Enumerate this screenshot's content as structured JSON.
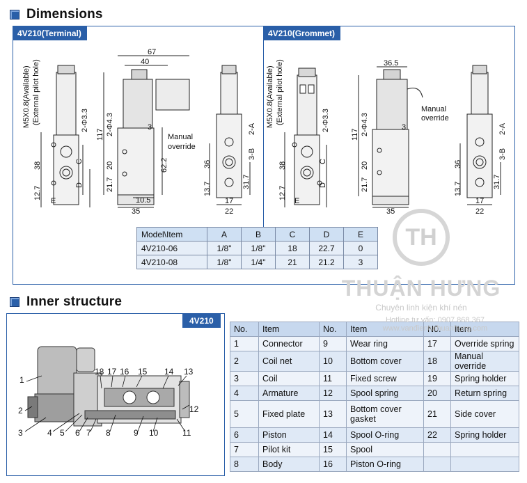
{
  "sections": {
    "dimensions": "Dimensions",
    "inner": "Inner structure"
  },
  "tabs": {
    "terminal": "4V210(Terminal)",
    "grommet": "4V210(Grommet)",
    "inner": "4V210"
  },
  "drawing_labels": {
    "pilot_available": "M5X0.8(Available)",
    "pilot_external": "(External pilot hole)",
    "dim_67": "67",
    "dim_40": "40",
    "dim_36_5": "36.5",
    "dim_117": "117",
    "dim_38": "38",
    "dim_12_7": "12.7",
    "dim_21_7": "21.7",
    "dim_20": "20",
    "dim_62_2": "62.2",
    "dim_10_5": "10.5",
    "dim_35": "35",
    "dim_36": "36",
    "dim_13_7": "13.7",
    "dim_31_7": "31.7",
    "dim_17": "17",
    "dim_22": "22",
    "phi_4_3": "2-Φ4.3",
    "phi_3_3": "2-Φ3.3",
    "port_a": "2-A",
    "port_b": "3-B",
    "num_3": "3",
    "manual": "Manual",
    "override": "override",
    "letter_c": "C",
    "letter_d": "D",
    "letter_e": "E"
  },
  "spec_table": {
    "headers": [
      "Model\\Item",
      "A",
      "B",
      "C",
      "D",
      "E"
    ],
    "rows": [
      [
        "4V210-06",
        "1/8\"",
        "1/8\"",
        "18",
        "22.7",
        "0"
      ],
      [
        "4V210-08",
        "1/8\"",
        "1/4\"",
        "21",
        "21.2",
        "3"
      ]
    ]
  },
  "callouts": [
    "1",
    "2",
    "3",
    "4",
    "5",
    "6",
    "7",
    "8",
    "9",
    "10",
    "11",
    "12",
    "13",
    "14",
    "15",
    "16",
    "17",
    "18"
  ],
  "inner_table": {
    "headers": [
      "No.",
      "Item",
      "No.",
      "Item",
      "N0.",
      "Item"
    ],
    "rows": [
      [
        "1",
        "Connector",
        "9",
        "Wear ring",
        "17",
        "Override spring"
      ],
      [
        "2",
        "Coil net",
        "10",
        "Bottom cover",
        "18",
        "Manual override"
      ],
      [
        "3",
        "Coil",
        "11",
        "Fixed screw",
        "19",
        "Spring holder"
      ],
      [
        "4",
        "Armature",
        "12",
        "Spool spring",
        "20",
        "Return spring"
      ],
      [
        "5",
        "Fixed plate",
        "13",
        "Bottom cover gasket",
        "21",
        "Side cover"
      ],
      [
        "6",
        "Piston",
        "14",
        "Spool O-ring",
        "22",
        "Spring holder"
      ],
      [
        "7",
        "Pilot kit",
        "15",
        "Spool",
        "",
        ""
      ],
      [
        "8",
        "Body",
        "16",
        "Piston O-ring",
        "",
        ""
      ]
    ]
  },
  "watermark": {
    "logo": "TH",
    "brand": "THUẬN HƯNG",
    "tagline": "Chuyên linh kiện khí nén",
    "hotline": "Hotline tư vấn: 0907 868 367",
    "url": "www.vanđienturhuanhung.com"
  }
}
